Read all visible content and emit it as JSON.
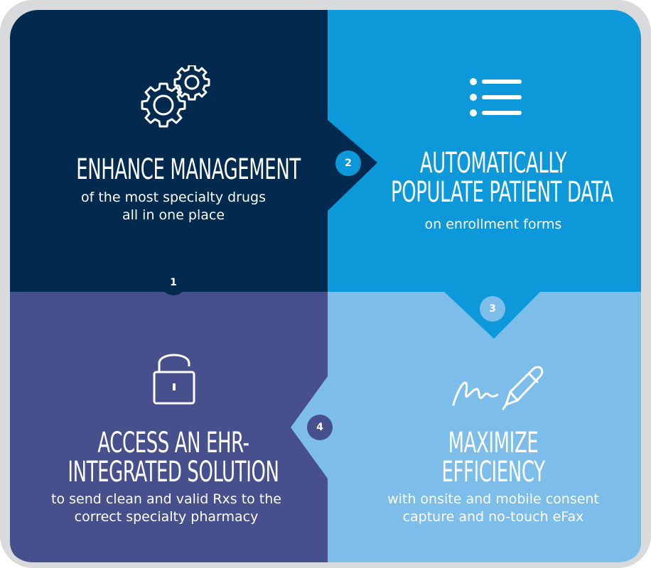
{
  "colors": {
    "panel1": "#022a4e",
    "panel2": "#0d99d9",
    "panel3": "#7cbde9",
    "panel4": "#47508c",
    "frame": "#d9dadb"
  },
  "steps": [
    {
      "number": "1",
      "icon": "gears-icon",
      "title_lines": [
        "ENHANCE MANAGEMENT"
      ],
      "subtitle_lines": [
        "of the most specialty drugs",
        "all in one place"
      ]
    },
    {
      "number": "2",
      "icon": "list-icon",
      "title_lines": [
        "AUTOMATICALLY",
        "POPULATE PATIENT DATA"
      ],
      "subtitle_lines": [
        "on enrollment forms"
      ]
    },
    {
      "number": "3",
      "icon": "signature-pen-icon",
      "title_lines": [
        "MAXIMIZE",
        "EFFICIENCY"
      ],
      "subtitle_lines": [
        "with onsite and mobile consent",
        "capture and no-touch eFax"
      ]
    },
    {
      "number": "4",
      "icon": "unlocked-padlock-icon",
      "title_lines": [
        "ACCESS AN EHR-",
        "INTEGRATED SOLUTION"
      ],
      "subtitle_lines": [
        "to send clean and valid Rxs to the",
        "correct specialty pharmacy"
      ]
    }
  ]
}
